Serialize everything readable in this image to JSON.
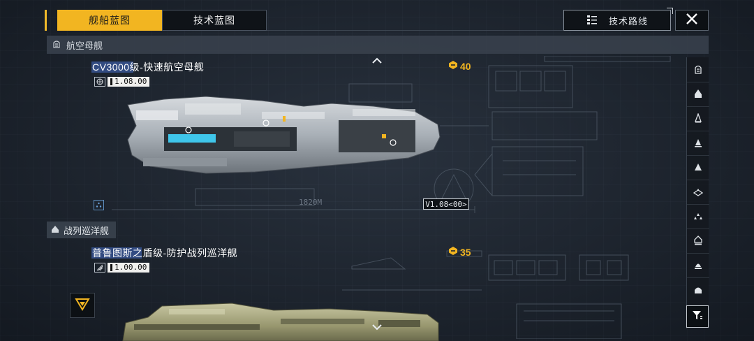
{
  "tabs": [
    {
      "label": "舰船蓝图",
      "active": true
    },
    {
      "label": "技术蓝图",
      "active": false
    }
  ],
  "route_button": {
    "label": "技术路线",
    "icon": "tech-tree-icon"
  },
  "close_button": {
    "icon": "close-icon"
  },
  "categories": [
    {
      "label": "航空母舰",
      "icon": "carrier-class-icon"
    },
    {
      "label": "战列巡洋舰",
      "icon": "battlecruiser-class-icon"
    }
  ],
  "ships": [
    {
      "name": "CV3000级-快速航空母舰",
      "version": "1.08.00",
      "version_icon": "globe-icon",
      "cost": "40",
      "length": "1820M",
      "version_tag": "V1.08<00>"
    },
    {
      "name": "普鲁图斯之盾级-防护战列巡洋舰",
      "version": "1.00.00",
      "version_icon": "faction-stripe-icon",
      "cost": "35"
    }
  ],
  "side_nav": [
    "carrier-class-icon",
    "battlecruiser-class-icon",
    "cruiser-class-icon",
    "destroyer-class-icon",
    "frigate-class-icon",
    "corvette-class-icon",
    "fighter-class-icon",
    "platform-class-icon",
    "auxiliary-class-icon",
    "special-class-icon"
  ],
  "colors": {
    "accent": "#f2b521",
    "panel": "#0f1318",
    "background": "#1f2630"
  }
}
